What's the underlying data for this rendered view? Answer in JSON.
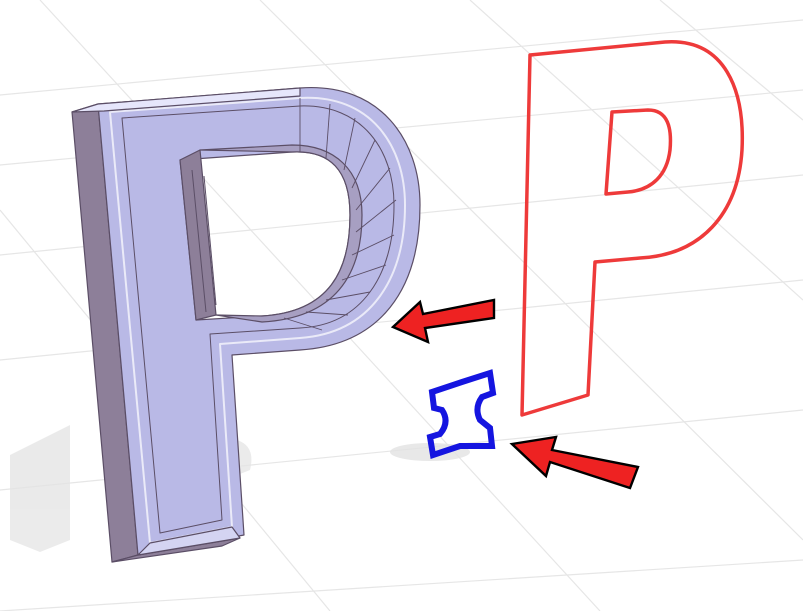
{
  "colors": {
    "background": "#ffffff",
    "grid": "#e6e6e6",
    "solid_face": "#b9b9e6",
    "solid_side": "#8d7f99",
    "solid_edge": "#5b4e66",
    "solid_highlight": "#e6e6fb",
    "shadow": "#e4e4e4",
    "path_outline": "#ee3a3a",
    "profile_outline": "#1515e0",
    "arrow_fill": "#ee2222",
    "arrow_stroke": "#000000"
  },
  "objects": {
    "extruded_letter": "beveled-letter-p",
    "path_shape": "letter-p-outline",
    "profile_shape": "bevel-profile-shape"
  },
  "icons": {
    "upper_arrow": "arrow-left-icon",
    "lower_arrow": "arrow-left-icon"
  }
}
